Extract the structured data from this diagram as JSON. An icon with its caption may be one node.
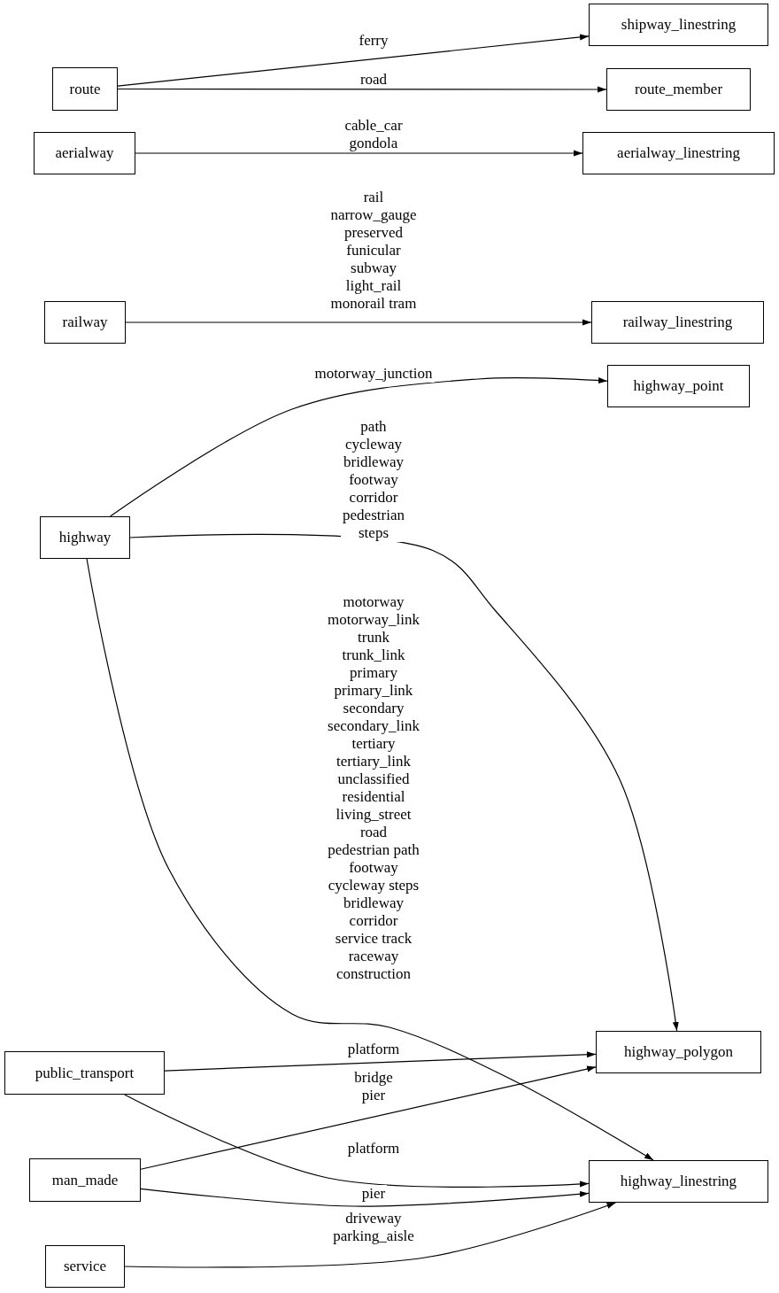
{
  "diagram": {
    "nodes": [
      {
        "text": [
          "route"
        ]
      },
      {
        "text": [
          "shipway_linestring"
        ]
      },
      {
        "text": [
          "route_member"
        ]
      },
      {
        "text": [
          "aerialway"
        ]
      },
      {
        "text": [
          "aerialway_linestring"
        ]
      },
      {
        "text": [
          "railway"
        ]
      },
      {
        "text": [
          "railway_linestring"
        ]
      },
      {
        "text": [
          "highway"
        ]
      },
      {
        "text": [
          "highway_point"
        ]
      },
      {
        "text": [
          "highway_polygon"
        ]
      },
      {
        "text": [
          "highway_linestring"
        ]
      },
      {
        "text": [
          "public_transport"
        ]
      },
      {
        "text": [
          "man_made"
        ]
      },
      {
        "text": [
          "service"
        ]
      }
    ],
    "edges": [
      {
        "from": 0,
        "to": 1,
        "arrow": "to",
        "label": "ferry"
      },
      {
        "from": 0,
        "to": 2,
        "arrow": "to",
        "label": "road"
      },
      {
        "from": 3,
        "to": 4,
        "arrow": "to",
        "label": "cable_car gondola"
      },
      {
        "from": 5,
        "to": 6,
        "arrow": "to",
        "label": "rail narrow_gauge preserved funicular subway light_rail monorail tram"
      },
      {
        "from": 7,
        "to": 8,
        "arrow": "to",
        "label": "motorway_junction"
      },
      {
        "from": 7,
        "to": 9,
        "arrow": "to",
        "label": "path cycleway bridleway footway corridor pedestrian steps"
      },
      {
        "from": 7,
        "to": 10,
        "arrow": "to",
        "label": "motorway motorway_link trunk trunk_link primary primary_link secondary secondary_link tertiary tertiary_link unclassified residential living_street road pedestrian path footway cycleway steps bridleway corridor service track raceway construction"
      },
      {
        "from": 11,
        "to": 9,
        "arrow": "to",
        "label": "platform"
      },
      {
        "from": 11,
        "to": 10,
        "arrow": "to",
        "label": "platform"
      },
      {
        "from": 12,
        "to": 9,
        "arrow": "to",
        "label": "bridge pier"
      },
      {
        "from": 12,
        "to": 10,
        "arrow": "to",
        "label": "pier"
      },
      {
        "from": 13,
        "to": 10,
        "arrow": "to",
        "label": "driveway parking_aisle"
      }
    ]
  }
}
